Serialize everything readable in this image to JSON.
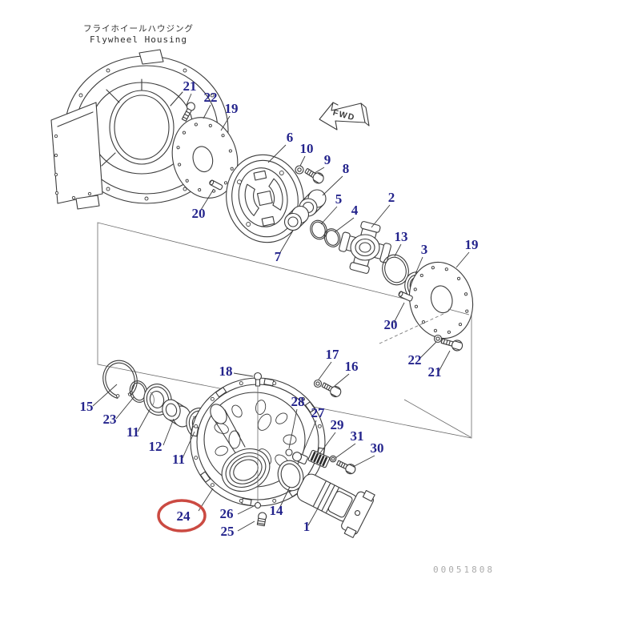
{
  "header": {
    "title_jp": "フライホイールハウジング",
    "title_en": "Flywheel Housing"
  },
  "direction_marker": {
    "label": "FWD"
  },
  "callouts": [
    "21",
    "22",
    "19",
    "20",
    "6",
    "10",
    "9",
    "8",
    "7",
    "5",
    "4",
    "2",
    "13",
    "3",
    "19",
    "20",
    "22",
    "21",
    "17",
    "16",
    "18",
    "28",
    "27",
    "29",
    "31",
    "30",
    "15",
    "23",
    "11",
    "12",
    "11",
    "24",
    "26",
    "25",
    "14",
    "1"
  ],
  "annotations": {
    "highlighted_callout": "24",
    "highlight_shape": "ellipse",
    "highlight_color": "#cb4a42"
  },
  "footer": {
    "drawing_number": "00051808"
  },
  "colors": {
    "callout_text": "#24248c",
    "line": "#3b3b3b",
    "footer_text": "#ababab",
    "background": "#ffffff"
  }
}
